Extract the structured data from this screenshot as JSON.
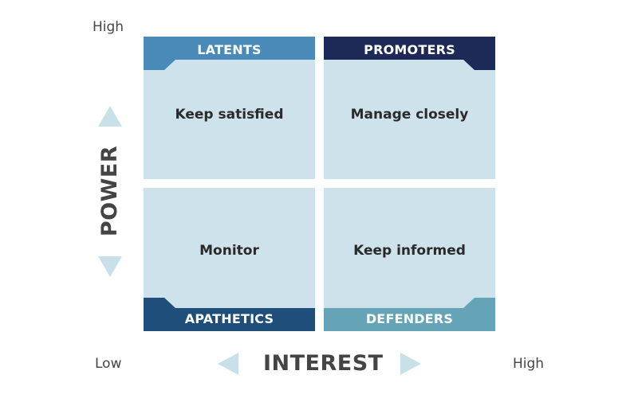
{
  "colors": {
    "quadrant_fill": "#cde2ea",
    "latents": "#4a8ab8",
    "latents_dark": "#2f6f9c",
    "promoters": "#1d2a58",
    "promoters_dark": "#121b3f",
    "apathetics": "#1e4e79",
    "apathetics_dark": "#16395b",
    "defenders": "#65a3b6",
    "defenders_dark": "#4e8a9d",
    "arrow": "#c9e0e8",
    "axis_text": "#444444"
  },
  "quadrants": {
    "top_left": {
      "label": "LATENTS",
      "text": "Keep satisfied"
    },
    "top_right": {
      "label": "PROMOTERS",
      "text": "Manage closely"
    },
    "bottom_left": {
      "label": "APATHETICS",
      "text": "Monitor"
    },
    "bottom_right": {
      "label": "DEFENDERS",
      "text": "Keep informed"
    }
  },
  "axes": {
    "y": {
      "title": "POWER",
      "high": "High"
    },
    "x": {
      "title": "INTEREST",
      "low": "Low",
      "high": "High"
    }
  }
}
